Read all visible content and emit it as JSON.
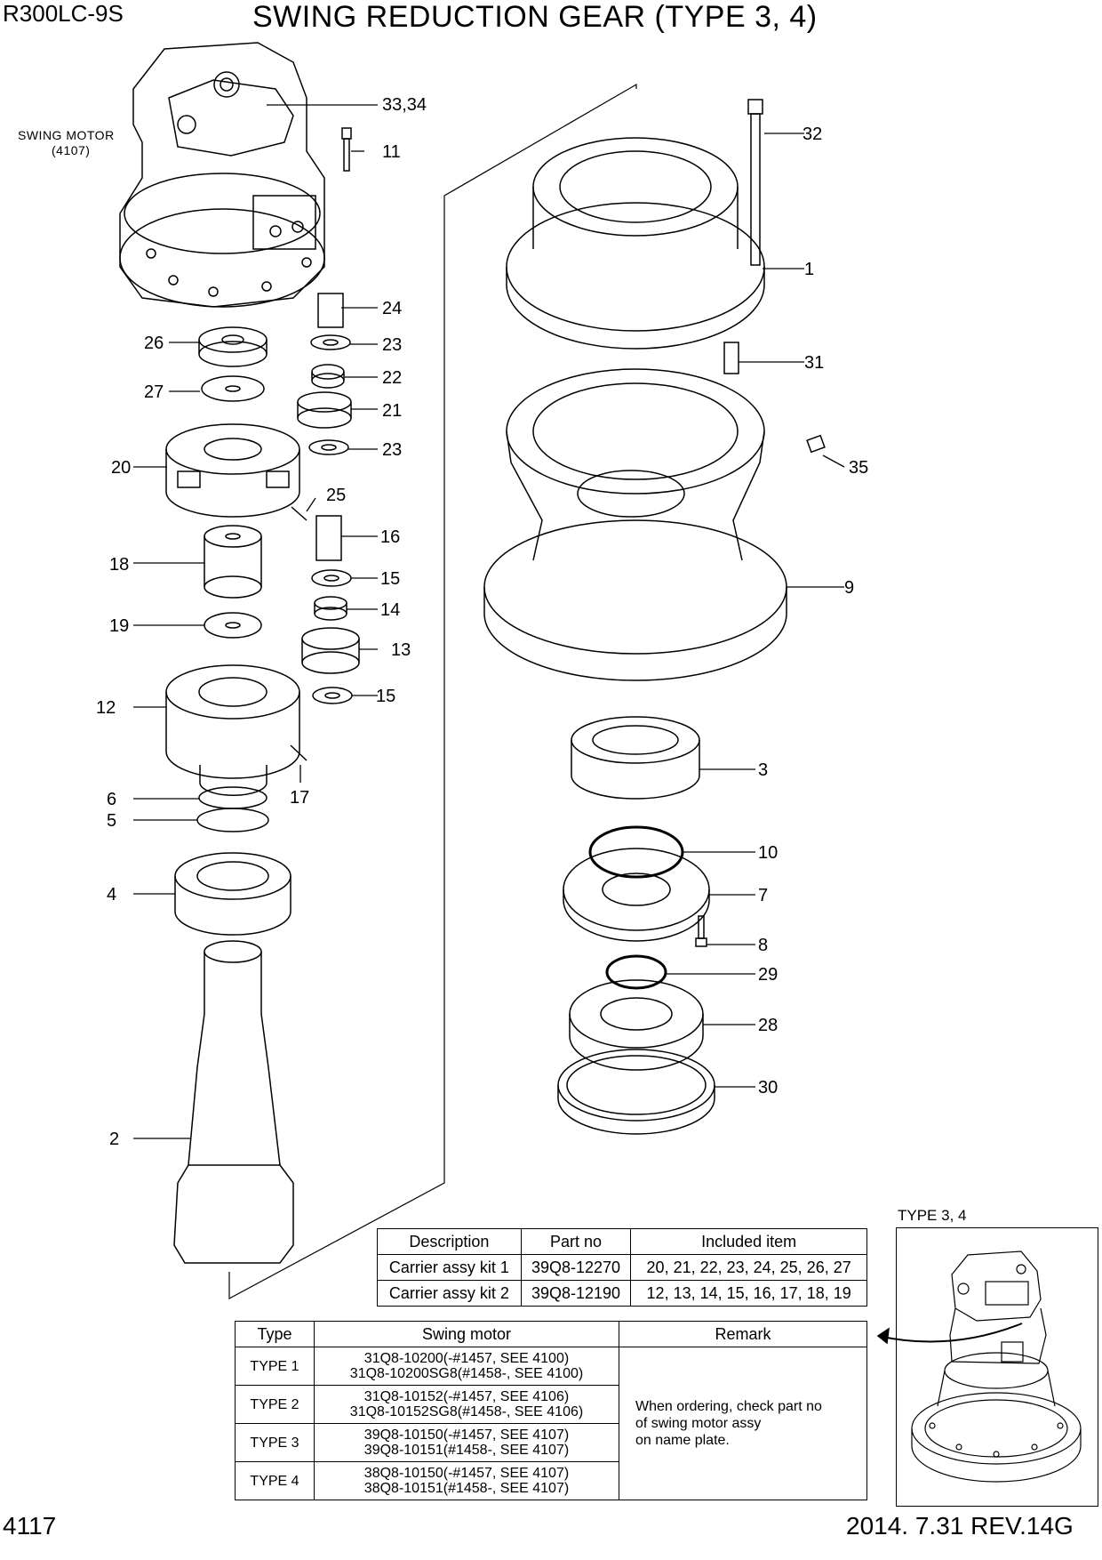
{
  "header": {
    "model": "R300LC-9S",
    "title": "SWING REDUCTION GEAR (TYPE 3, 4)"
  },
  "footer": {
    "page_number": "4117",
    "date_revision": "2014. 7.31  REV.14G"
  },
  "diagram": {
    "motor_label": "SWING MOTOR",
    "motor_ref": "(4107)",
    "callouts": [
      "33,34",
      "11",
      "24",
      "26",
      "23",
      "22",
      "27",
      "21",
      "20",
      "23",
      "25",
      "16",
      "18",
      "15",
      "14",
      "19",
      "13",
      "12",
      "15",
      "17",
      "6",
      "5",
      "4",
      "2",
      "32",
      "1",
      "31",
      "35",
      "9",
      "3",
      "10",
      "7",
      "8",
      "29",
      "28",
      "30"
    ],
    "inset_label": "TYPE 3, 4"
  },
  "kit_table": {
    "headers": [
      "Description",
      "Part no",
      "Included item"
    ],
    "rows": [
      [
        "Carrier assy kit 1",
        "39Q8-12270",
        "20, 21, 22, 23, 24, 25, 26, 27"
      ],
      [
        "Carrier assy kit 2",
        "39Q8-12190",
        "12, 13, 14, 15, 16, 17, 18, 19"
      ]
    ]
  },
  "type_table": {
    "headers": [
      "Type",
      "Swing motor",
      "Remark"
    ],
    "rows": [
      {
        "type": "TYPE 1",
        "line1": "31Q8-10200(-#1457, SEE 4100)",
        "line2": "31Q8-10200SG8(#1458-, SEE 4100)"
      },
      {
        "type": "TYPE 2",
        "line1": "31Q8-10152(-#1457, SEE 4106)",
        "line2": "31Q8-10152SG8(#1458-, SEE 4106)"
      },
      {
        "type": "TYPE 3",
        "line1": "39Q8-10150(-#1457, SEE 4107)",
        "line2": "39Q8-10151(#1458-, SEE 4107)"
      },
      {
        "type": "TYPE 4",
        "line1": "38Q8-10150(-#1457, SEE 4107)",
        "line2": "38Q8-10151(#1458-, SEE 4107)"
      }
    ],
    "remark_line1": "When ordering, check part no",
    "remark_line2": "of swing motor assy",
    "remark_line3": "on name plate."
  }
}
